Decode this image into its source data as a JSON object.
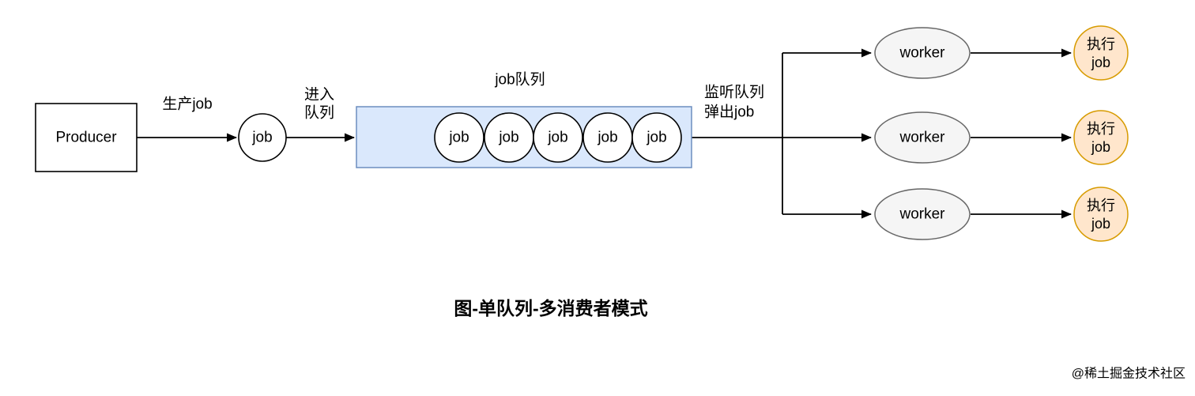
{
  "diagram": {
    "producer_label": "Producer",
    "job_node_label": "job",
    "edge_labels": {
      "produce": "生产job",
      "enqueue_line1": "进入",
      "enqueue_line2": "队列",
      "listen_line1": "监听队列",
      "listen_line2": "弹出job"
    },
    "queue": {
      "title": "job队列",
      "items": [
        "job",
        "job",
        "job",
        "job",
        "job"
      ]
    },
    "workers": [
      "worker",
      "worker",
      "worker"
    ],
    "execute_nodes": [
      {
        "line1": "执行",
        "line2": "job"
      },
      {
        "line1": "执行",
        "line2": "job"
      },
      {
        "line1": "执行",
        "line2": "job"
      }
    ],
    "caption": "图-单队列-多消费者模式",
    "watermark": "@稀土掘金技术社区",
    "colors": {
      "queue_fill": "#dae8fc",
      "queue_stroke": "#6c8ebf",
      "worker_fill": "#f5f5f5",
      "worker_stroke": "#666666",
      "execute_fill": "#ffe6cc",
      "execute_stroke": "#d79b00",
      "edge_color": "#000000",
      "watermark_color": "#c9c9c9"
    }
  }
}
